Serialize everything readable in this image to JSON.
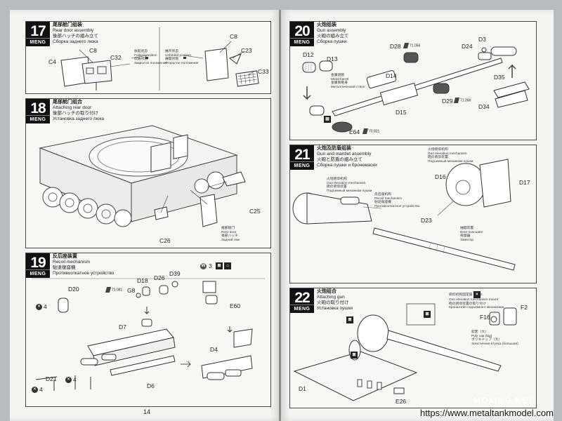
{
  "brand": "MENG",
  "left_page_number": "14",
  "watermarks": {
    "mark": "MOXING.NET",
    "site": "https://www.metaltankmodel.com"
  },
  "steps": [
    {
      "number": "17",
      "title_zh": "尾部舱门组装",
      "title_en": "Rear door assembly",
      "title_jp": "後部ハッチの組み立て",
      "title_ru": "Сборка заднего люка",
      "parts": [
        "C8",
        "C4",
        "C32",
        "C8",
        "C23",
        "C33"
      ],
      "notes": [
        {
          "zh": "收起状态",
          "en": "Folded position",
          "jp": "収納状態",
          "ru": "Закрытое положение"
        },
        {
          "zh": "展开状态",
          "en": "Unfolded position",
          "jp": "展開状態",
          "ru": "Открытое положение"
        }
      ]
    },
    {
      "number": "18",
      "title_zh": "尾部舱门组合",
      "title_en": "Attaching rear door",
      "title_jp": "後部ハッチの取り付け",
      "title_ru": "Установка заднего люка",
      "parts": [
        "C25",
        "C26"
      ],
      "notes": [
        {
          "zh": "尾部舱门",
          "en": "Rear door",
          "jp": "後部ハッチ",
          "ru": "Задний люк"
        }
      ]
    },
    {
      "number": "19",
      "title_zh": "反后座装置",
      "title_en": "Recoil mechanism",
      "title_jp": "駐退復座機",
      "title_ru": "Противооткатное устройство",
      "parts": [
        "D18",
        "D26",
        "D39",
        "G8",
        "D20",
        "D7",
        "E60",
        "D4",
        "D21",
        "D6"
      ],
      "paint": "71.081",
      "counts": [
        "4",
        "4",
        "4"
      ],
      "w_count": "3"
    },
    {
      "number": "20",
      "title_zh": "火炮组装",
      "title_en": "Gun assembly",
      "title_jp": "火砲の組み立て",
      "title_ru": "Сборка пушки",
      "parts": [
        "D28",
        "D24",
        "D3",
        "D12",
        "D13",
        "D14",
        "D35",
        "D15",
        "D29",
        "D34",
        "E64"
      ],
      "paints": [
        "71.056",
        "71.056",
        "70.821"
      ],
      "notes": [
        {
          "zh": "金属炮管",
          "en": "Metal barrel",
          "jp": "金属製砲身",
          "ru": "Металлический ствол"
        }
      ]
    },
    {
      "number": "21",
      "title_zh": "火炮及防盾组装",
      "title_en": "Gun and mantlet assembly",
      "title_jp": "火砲と防盾の組み立て",
      "title_ru": "Сборка пушки и бронемаски",
      "parts": [
        "D16",
        "D17",
        "D23"
      ],
      "notes": [
        {
          "zh": "火炮俯仰机构",
          "en": "Gun elevation mechanism",
          "jp": "砲の俯仰装置",
          "ru": "Подъемный механизм пушки"
        },
        {
          "zh": "反后座机构",
          "en": "Recoil mechanism",
          "jp": "駐退復座機",
          "ru": "Противооткатное устройство"
        },
        {
          "zh": "火炮俯仰机构",
          "en": "Gun elevation mechanism",
          "jp": "砲の俯仰装置",
          "ru": "Подъемный механизм пушки"
        },
        {
          "zh": "抽烟装置",
          "en": "Bore evacuator",
          "jp": "排煙器",
          "ru": "Эжектор"
        }
      ]
    },
    {
      "number": "22",
      "title_zh": "火炮组合",
      "title_en": "Attaching gun",
      "title_jp": "火砲の取り付け",
      "title_ru": "Установка пушки",
      "parts": [
        "F2",
        "F16",
        "D1",
        "E26"
      ],
      "notes": [
        {
          "zh": "俯仰机构固定座",
          "en": "Gun elevation mechanism mount",
          "jp": "砲の俯仰装置の取り付け",
          "ru": "Кронштейн подъемного механизма",
          "count": "2"
        },
        {
          "zh": "软套（大）",
          "en": "Poly cap (big)",
          "jp": "ポリキャップ（大）",
          "ru": "Эластичная втулка (большая)"
        }
      ]
    }
  ]
}
